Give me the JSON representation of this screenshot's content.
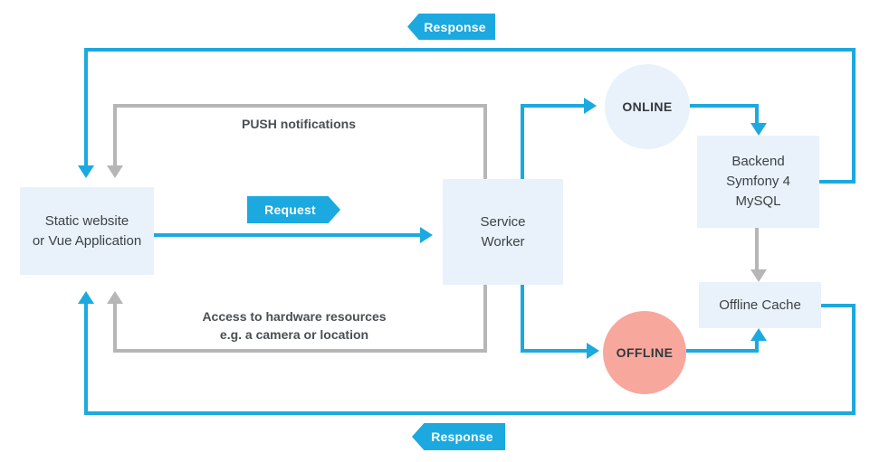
{
  "colors": {
    "accent_blue": "#1ba9e0",
    "arrow_gray": "#b6b6b6",
    "node_fill": "#e9f2fa",
    "offline_fill": "#f8a79d",
    "text_dark": "#3d4247",
    "background": "#ffffff"
  },
  "nodes": {
    "static_site": {
      "lines": [
        "Static website",
        "or Vue Application"
      ]
    },
    "service_worker": {
      "lines": [
        "Service",
        "Worker"
      ]
    },
    "online": {
      "label": "ONLINE"
    },
    "offline": {
      "label": "OFFLINE"
    },
    "backend": {
      "lines": [
        "Backend",
        "Symfony 4",
        "MySQL"
      ]
    },
    "offline_cache": {
      "label": "Offline Cache"
    }
  },
  "labels": {
    "response_top": "Response",
    "response_bottom": "Response",
    "request": "Request",
    "push_notifications": "PUSH notifications",
    "hardware_access": {
      "lines": [
        "Access to hardware resources",
        "e.g. a camera or location"
      ]
    }
  }
}
